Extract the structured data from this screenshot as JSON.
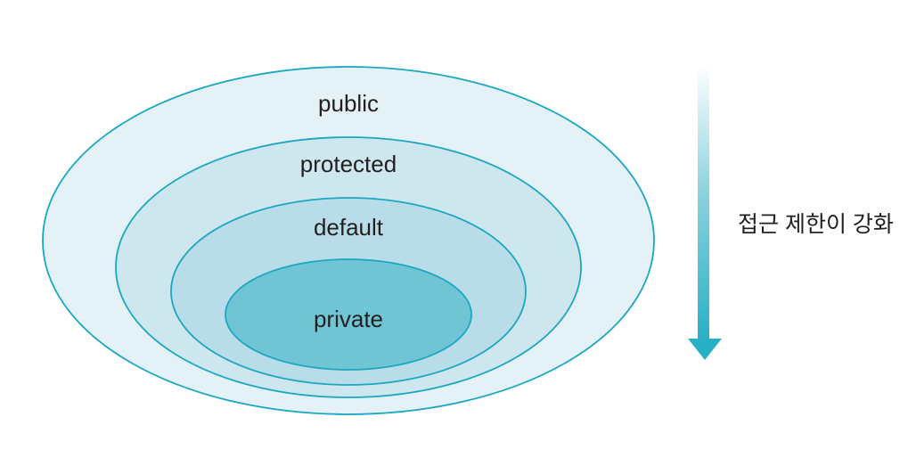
{
  "diagram": {
    "name": "java-access-modifier-scope-diagram",
    "rings": [
      {
        "id": "public",
        "label": "public"
      },
      {
        "id": "protected",
        "label": "protected"
      },
      {
        "id": "default",
        "label": "default"
      },
      {
        "id": "private",
        "label": "private"
      }
    ],
    "annotation": {
      "text": "접근 제한이 강화"
    }
  },
  "colors": {
    "stroke": "#1aa7c2",
    "ring_public": "#e4f1f6",
    "ring_protected": "#cee7ee",
    "ring_default": "#b9dde8",
    "ring_private": "#70c5d4",
    "label_text": "#231f20",
    "arrow_top": "#ffffff",
    "arrow_mid": "#8ed3de",
    "arrow_bottom": "#28b0c7"
  }
}
